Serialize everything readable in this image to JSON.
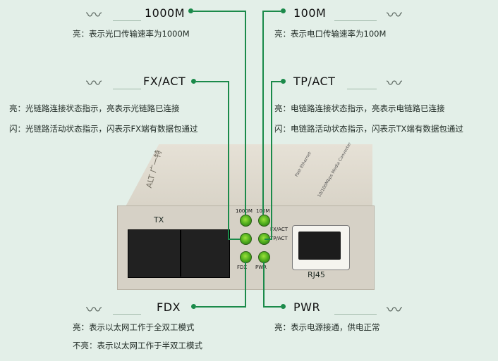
{
  "labels": {
    "l1000m": {
      "title": "1000M",
      "desc": "亮：表示光口传输速率为1000M"
    },
    "l100m": {
      "title": "100M",
      "desc": "亮：表示电口传输速率为100M"
    },
    "fxact": {
      "title": "FX/ACT",
      "desc1": "亮：光链路连接状态指示，亮表示光链路已连接",
      "desc2": "闪：光链路活动状态指示，闪表示FX端有数据包通过"
    },
    "tpact": {
      "title": "TP/ACT",
      "desc1": "亮：电链路连接状态指示，亮表示电链路已连接",
      "desc2": "闪：电链路活动状态指示，闪表示TX端有数据包通过"
    },
    "fdx": {
      "title": "FDX",
      "desc1": "亮：表示以太网工作于全双工模式",
      "desc2": "不亮：表示以太网工作于半双工模式"
    },
    "pwr": {
      "title": "PWR",
      "desc": "亮：表示电源接通，供电正常"
    }
  },
  "device": {
    "brand": "ALT 广一特",
    "top_line1": "Fast Ethernet",
    "top_line2": "10/100Mbps Media Converter",
    "port_tx": "TX",
    "port_rj45": "RJ45",
    "led_1000m": "1000M",
    "led_100m": "100M",
    "led_fxact": "FX/ACT",
    "led_tpact": "TP/ACT",
    "led_fdx": "FDX",
    "led_pwr": "PWR"
  },
  "colors": {
    "accent": "#1b8a4a",
    "led": "#4aa81c",
    "background": "#e3efe8"
  },
  "icons": [
    "ornament-icon"
  ]
}
